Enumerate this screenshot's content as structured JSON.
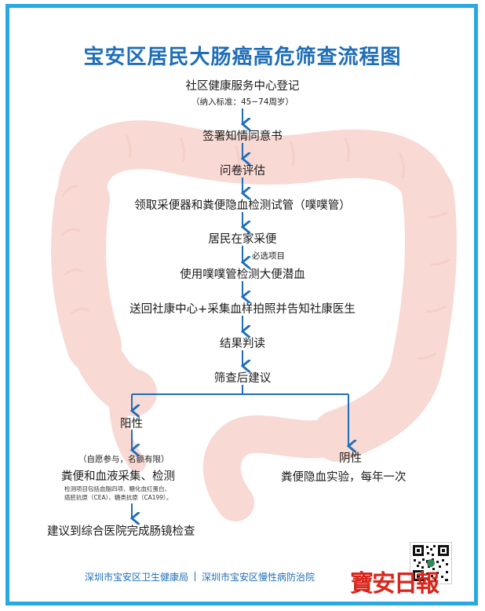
{
  "title": "宝安区居民大肠癌高危筛查流程图",
  "steps": [
    "社区健康服务中心登记",
    "签署知情同意书",
    "问卷评估",
    "领取采便器和粪便隐血检测试管（噗噗管）",
    "居民在家采便",
    "使用噗噗管检测大便潜血",
    "送回社康中心+采集血样拍照并告知社康医生",
    "结果判读",
    "筛查后建议"
  ],
  "notes": {
    "criteria": "（纳入标准：45−74周岁）",
    "optional": "必选项目"
  },
  "positive": {
    "label": "阳性",
    "voluntary": "（自愿参与，名额有限）",
    "collection": "粪便和血液采集、检测",
    "detail_line1": "检测项目包括血脂四项、糖化血红蛋白、",
    "detail_line2": "癌胚抗原（CEA）、糖类抗原（CA199）。",
    "advice": "建议到综合医院完成肠镜检查"
  },
  "negative": {
    "label": "阴性",
    "advice": "粪便隐血实验，每年一次"
  },
  "footer": {
    "org1": "深圳市宝安区卫生健康局",
    "org2": "深圳市宝安区慢性病防治院"
  },
  "logo_text": "寶安日報",
  "colors": {
    "frame": "#29a9e1",
    "title": "#1f6eb8",
    "arrow": "#1f6eb8",
    "colon": "#f7d5cf",
    "logo": "#d9261c"
  },
  "icons": [
    "qr-code-icon",
    "colon-illustration"
  ]
}
